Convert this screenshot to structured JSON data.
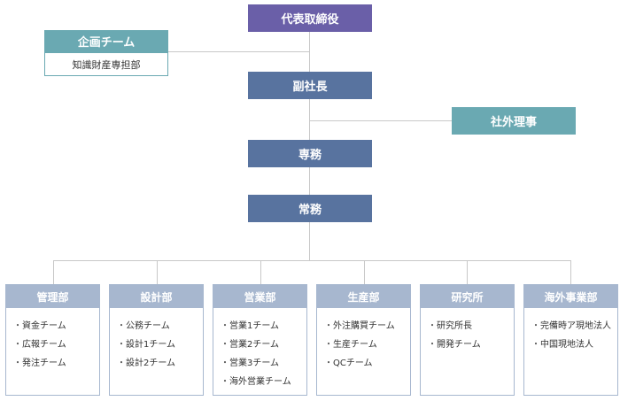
{
  "top": {
    "ceo": "代表取締役",
    "planning_team": "企画チーム",
    "ip_officer": "知識財産専担部",
    "vice_president": "副社長",
    "outside_director": "社外理事",
    "senior_managing": "専務",
    "managing": "常務"
  },
  "departments": [
    {
      "name": "管理部",
      "teams": [
        "資金チーム",
        "広報チーム",
        "発注チーム"
      ]
    },
    {
      "name": "設計部",
      "teams": [
        "公務チーム",
        "設計1チーム",
        "設計2チーム"
      ]
    },
    {
      "name": "営業部",
      "teams": [
        "営業1チーム",
        "営業2チーム",
        "営業3チーム",
        "海外営業チーム"
      ]
    },
    {
      "name": "生産部",
      "teams": [
        "外注購買チーム",
        "生産チーム",
        "QCチーム"
      ]
    },
    {
      "name": "研究所",
      "teams": [
        "研究所長",
        "開発チーム"
      ]
    },
    {
      "name": "海外事業部",
      "teams": [
        "完備時ア現地法人",
        "中国現地法人"
      ]
    }
  ],
  "colors": {
    "ceo": "#6a5fa8",
    "executive": "#58739f",
    "teal": "#6aa9b2",
    "department": "#a7b7cf",
    "connector": "#c8c8c8"
  }
}
